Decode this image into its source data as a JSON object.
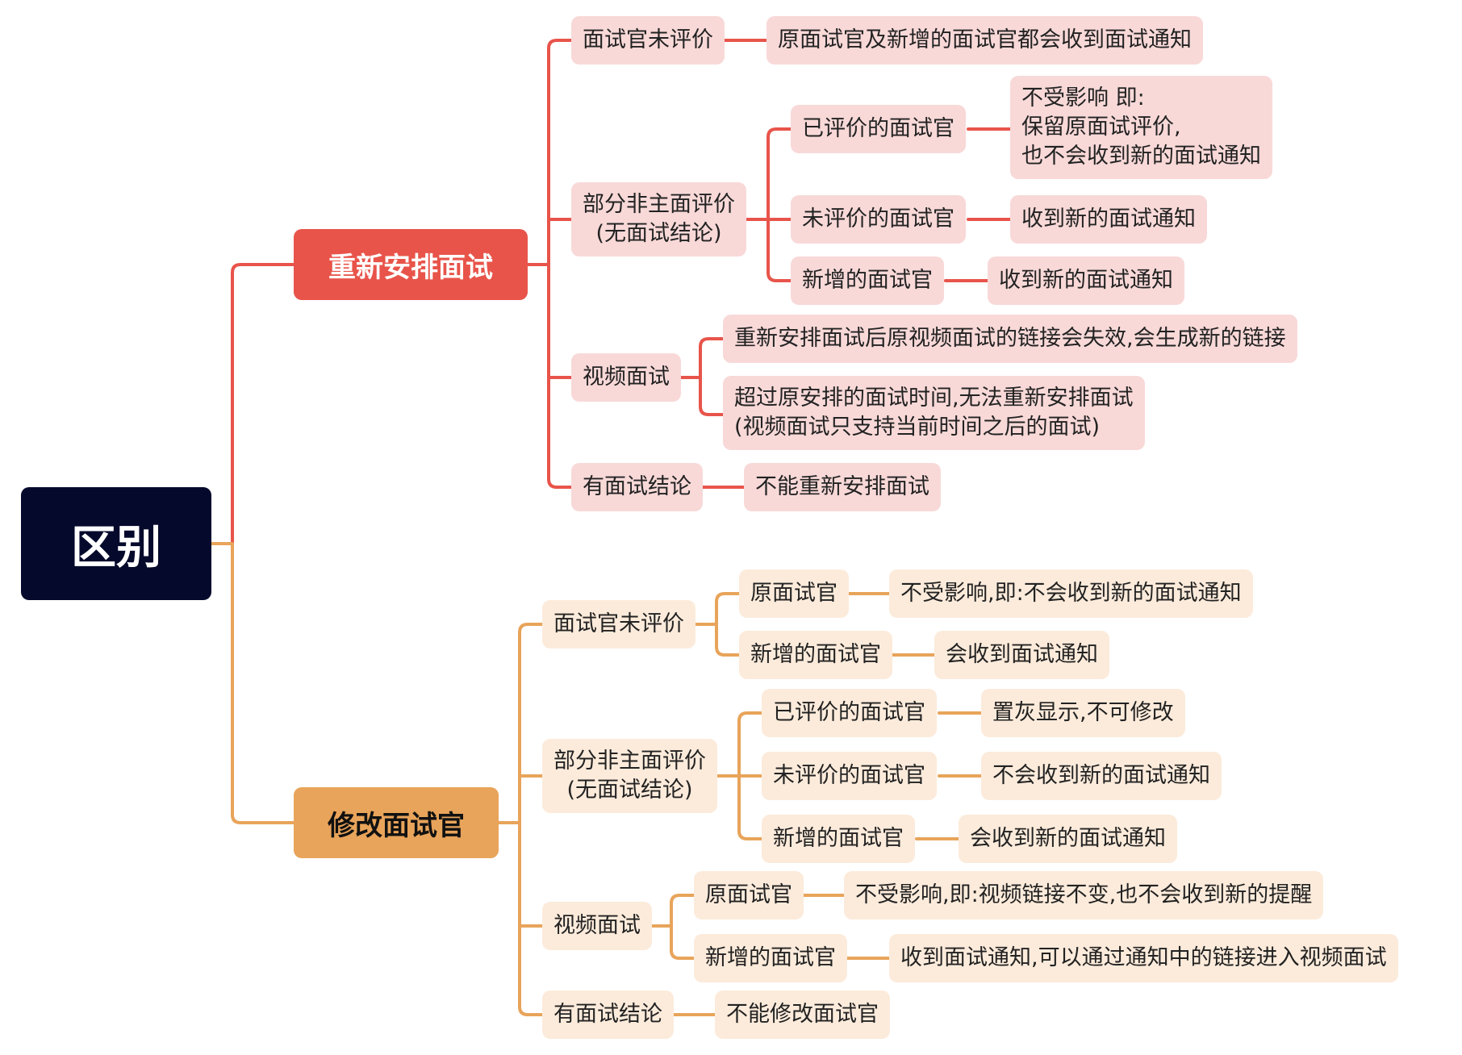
{
  "colors": {
    "root": "#050a2c",
    "branch_red": "#e8544a",
    "branch_orange": "#e8a45a",
    "leaf_red": "#f8d9d8",
    "leaf_orange": "#fcebdb"
  },
  "root": "区别",
  "reschedule": {
    "title": "重新安排面试",
    "unreviewed": {
      "label": "面试官未评价",
      "result": "原面试官及新增的面试官都会收到面试通知"
    },
    "partial": {
      "label_l1": "部分非主面评价",
      "label_l2": "(无面试结论)",
      "reviewed": {
        "label": "已评价的面试官",
        "result_l1": "不受影响  即:",
        "result_l2": "保留原面试评价,",
        "result_l3": "也不会收到新的面试通知"
      },
      "not_reviewed": {
        "label": "未评价的面试官",
        "result": "收到新的面试通知"
      },
      "added": {
        "label": "新增的面试官",
        "result": "收到新的面试通知"
      }
    },
    "video": {
      "label": "视频面试",
      "note1": "重新安排面试后原视频面试的链接会失效,会生成新的链接",
      "note2_l1": "超过原安排的面试时间,无法重新安排面试",
      "note2_l2": "(视频面试只支持当前时间之后的面试)"
    },
    "concluded": {
      "label": "有面试结论",
      "result": "不能重新安排面试"
    }
  },
  "modify": {
    "title": "修改面试官",
    "unreviewed": {
      "label": "面试官未评价",
      "original": {
        "label": "原面试官",
        "result": "不受影响,即:不会收到新的面试通知"
      },
      "added": {
        "label": "新增的面试官",
        "result": "会收到面试通知"
      }
    },
    "partial": {
      "label_l1": "部分非主面评价",
      "label_l2": "(无面试结论)",
      "reviewed": {
        "label": "已评价的面试官",
        "result": "置灰显示,不可修改"
      },
      "not_reviewed": {
        "label": "未评价的面试官",
        "result": "不会收到新的面试通知"
      },
      "added": {
        "label": "新增的面试官",
        "result": "会收到新的面试通知"
      }
    },
    "video": {
      "label": "视频面试",
      "original": {
        "label": "原面试官",
        "result": "不受影响,即:视频链接不变,也不会收到新的提醒"
      },
      "added": {
        "label": "新增的面试官",
        "result": "收到面试通知,可以通过通知中的链接进入视频面试"
      }
    },
    "concluded": {
      "label": "有面试结论",
      "result": "不能修改面试官"
    }
  }
}
